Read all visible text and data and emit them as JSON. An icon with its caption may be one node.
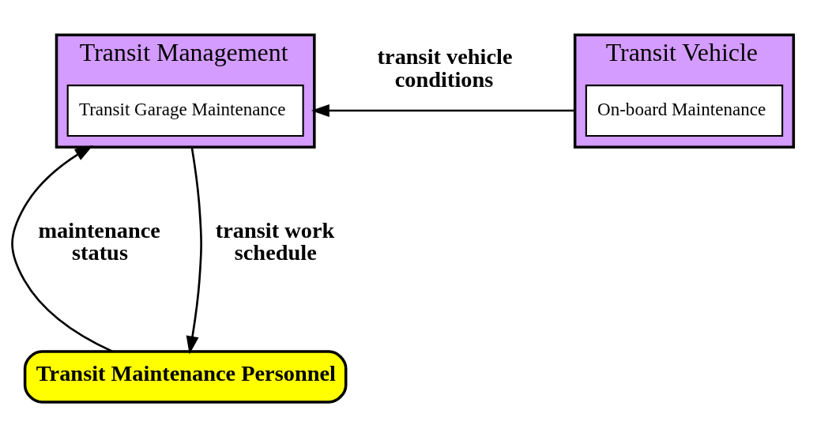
{
  "diagram": {
    "nodes": [
      {
        "text": [
          "Transit Management"
        ]
      },
      {
        "text": [
          "Transit Garage Maintenance"
        ],
        "in": 0
      },
      {
        "text": [
          "Transit Vehicle"
        ]
      },
      {
        "text": [
          "On-board Maintenance"
        ],
        "in": 2
      },
      {
        "text": [
          "Transit Maintenance Personnel"
        ]
      }
    ],
    "edges": [
      {
        "from": 2,
        "to": 0,
        "arrow": "to",
        "label": "transit vehicle conditions"
      },
      {
        "from": 4,
        "to": 0,
        "arrow": "to",
        "label": "maintenance status"
      },
      {
        "from": 0,
        "to": 4,
        "arrow": "to",
        "label": "transit work schedule"
      }
    ]
  }
}
